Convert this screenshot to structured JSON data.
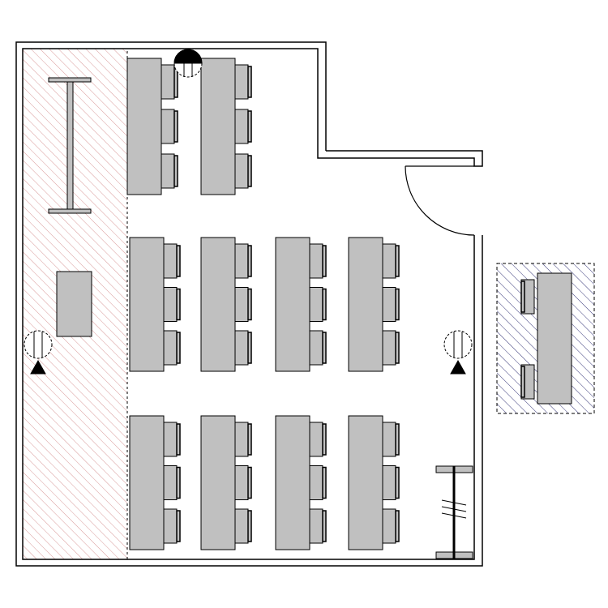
{
  "colors": {
    "table": "#c0c0c0",
    "stroke": "#000000",
    "red_hatch": "#d99a9a",
    "blue_hatch": "#3a3a7a"
  },
  "layout": {
    "table_groups": [
      {
        "row": "top",
        "tables": 2,
        "chairs_per_table": 3
      },
      {
        "row": "middle",
        "tables": 4,
        "chairs_per_table": 3
      },
      {
        "row": "bottom",
        "tables": 4,
        "chairs_per_table": 3
      }
    ],
    "separate_table": {
      "chairs": 2
    }
  }
}
